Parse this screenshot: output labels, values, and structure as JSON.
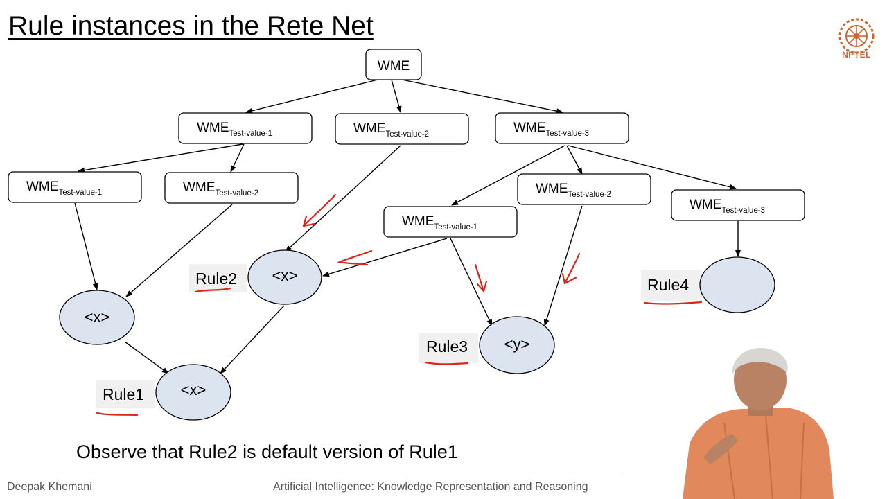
{
  "slide": {
    "title": "Rule instances in the Rete Net",
    "logo_text": "NPTEL",
    "observation": "Observe that Rule2 is default version of Rule1",
    "footer": {
      "author": "Deepak Khemani",
      "course": "Artificial Intelligence: Knowledge Representation and Reasoning"
    }
  },
  "diagram": {
    "root": {
      "main": "WME",
      "sub": ""
    },
    "boxes": [
      {
        "main": "WME",
        "sub": "Test-value-1"
      },
      {
        "main": "WME",
        "sub": "Test-value-2"
      },
      {
        "main": "WME",
        "sub": "Test-value-3"
      },
      {
        "main": "WME",
        "sub": "Test-value-1"
      },
      {
        "main": "WME",
        "sub": "Test-value-2"
      },
      {
        "main": "WME",
        "sub": "Test-value-1"
      },
      {
        "main": "WME",
        "sub": "Test-value-2"
      },
      {
        "main": "WME",
        "sub": "Test-value-3"
      }
    ],
    "nodes": [
      {
        "label": "<x>"
      },
      {
        "label": "<x>"
      },
      {
        "label": "<x>"
      },
      {
        "label": "<y>"
      },
      {
        "label": ""
      }
    ],
    "rules": [
      "Rule1",
      "Rule2",
      "Rule3",
      "Rule4"
    ],
    "colors": {
      "node_fill": "#dce4ef",
      "annotation": "#d8261c",
      "rule_bg": "#f0f0f0"
    }
  }
}
